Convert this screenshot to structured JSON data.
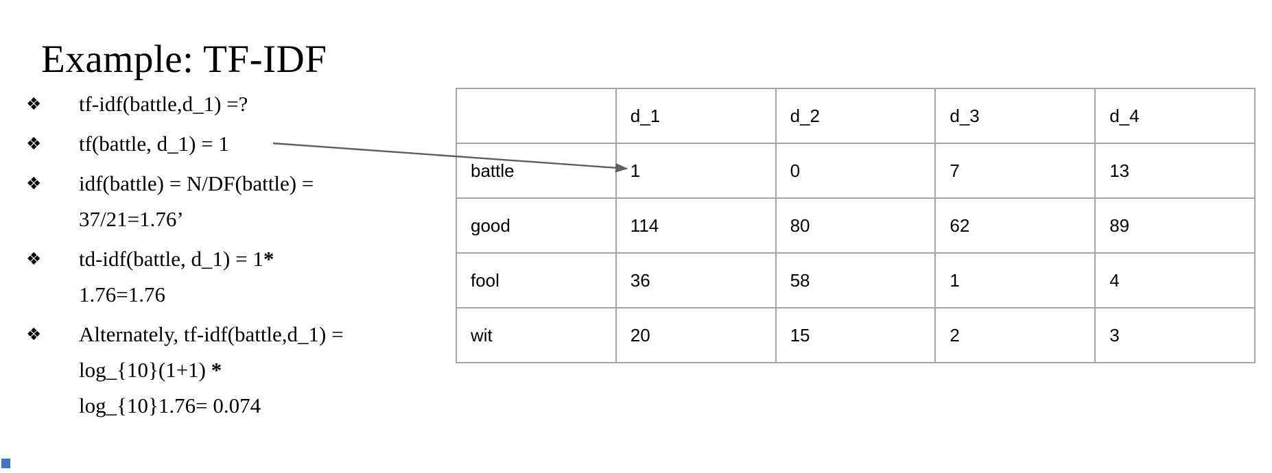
{
  "slide": {
    "title": "Example: TF-IDF",
    "bullets": [
      {
        "marker": "❖",
        "pre": "tf-idf(battle,d_1) =?",
        "star": "",
        "post": ""
      },
      {
        "marker": "❖",
        "pre": "tf(battle, d_1) = 1",
        "star": "",
        "post": ""
      },
      {
        "marker": "❖",
        "pre": "idf(battle) = N/DF(battle) =\n37/21=1.76’",
        "star": "",
        "post": ""
      },
      {
        "marker": "❖",
        "pre": "td-idf(battle, d_1) = 1",
        "star": "*",
        "post": "\n1.76=1.76"
      },
      {
        "marker": "❖",
        "pre": "Alternately, tf-idf(battle,d_1) =\nlog_{10}(1+1) ",
        "star": "*",
        "post": "\nlog_{10}1.76= 0.074"
      }
    ]
  },
  "table": {
    "columns": [
      "",
      "d_1",
      "d_2",
      "d_3",
      "d_4"
    ],
    "rows": [
      {
        "label": "battle",
        "values": [
          "1",
          "0",
          "7",
          "13"
        ]
      },
      {
        "label": "good",
        "values": [
          "114",
          "80",
          "62",
          "89"
        ]
      },
      {
        "label": "fool",
        "values": [
          "36",
          "58",
          "1",
          "4"
        ]
      },
      {
        "label": "wit",
        "values": [
          "20",
          "15",
          "2",
          "3"
        ]
      }
    ]
  },
  "annotation_arrow": {
    "from_text": "tf(battle, d_1) = 1",
    "points_to": "battle row, d_1 column cell value 1"
  },
  "colors": {
    "text": "#000000",
    "table_border": "#a6a6a6",
    "arrow": "#5f5f5f",
    "corner_accent": "#4472c4"
  }
}
